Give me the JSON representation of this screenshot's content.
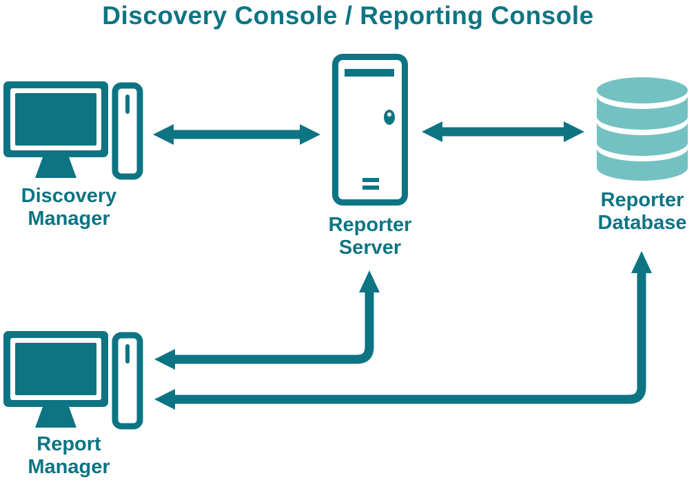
{
  "title": "Discovery Console / Reporting Console",
  "colors": {
    "primary": "#0d7483",
    "database": "#73c1c3",
    "background": "#ffffff"
  },
  "nodes": {
    "discovery_manager": {
      "label": "Discovery Manager",
      "lines": [
        "Discovery",
        "Manager"
      ],
      "icon": "desktop-computer-icon"
    },
    "reporter_server": {
      "label": "Reporter Server",
      "lines": [
        "Reporter",
        "Server"
      ],
      "icon": "server-tower-icon"
    },
    "reporter_database": {
      "label": "Reporter Database",
      "lines": [
        "Reporter",
        "Database"
      ],
      "icon": "database-icon"
    },
    "report_manager": {
      "label": "Report Manager",
      "lines": [
        "Report",
        "Manager"
      ],
      "icon": "desktop-computer-icon"
    }
  },
  "connections": [
    {
      "from": "discovery_manager",
      "to": "reporter_server",
      "type": "bidirectional-arrow"
    },
    {
      "from": "reporter_server",
      "to": "reporter_database",
      "type": "bidirectional-arrow"
    },
    {
      "from": "report_manager",
      "to": "reporter_server",
      "type": "elbow-arrow-up"
    },
    {
      "from": "report_manager",
      "to": "reporter_database",
      "type": "elbow-arrow-up"
    }
  ]
}
